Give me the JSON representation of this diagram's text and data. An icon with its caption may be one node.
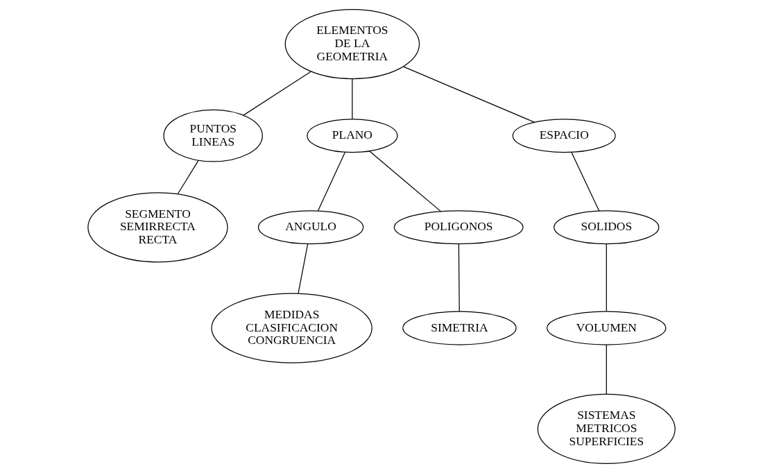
{
  "diagram": {
    "nodes": [
      {
        "text": [
          "ELEMENTOS DE LA GEOMETRIA"
        ]
      },
      {
        "text": [
          "PUNTOS LINEAS"
        ]
      },
      {
        "text": [
          "PLANO"
        ]
      },
      {
        "text": [
          "ESPACIO"
        ]
      },
      {
        "text": [
          "SEGMENTO SEMIRRECTA RECTA"
        ]
      },
      {
        "text": [
          "ANGULO"
        ]
      },
      {
        "text": [
          "POLIGONOS"
        ]
      },
      {
        "text": [
          "SOLIDOS"
        ]
      },
      {
        "text": [
          "MEDIDAS CLASIFICACION CONGRUENCIA"
        ]
      },
      {
        "text": [
          "VOLUMEN"
        ]
      },
      {
        "text": [
          "SISTEMAS METRICOS SUPERFICIES"
        ]
      },
      {
        "text": [
          "SIMETRIA"
        ]
      }
    ],
    "edges": [
      {
        "from": 0,
        "to": 1,
        "arrow": "none"
      },
      {
        "from": 0,
        "to": 2,
        "arrow": "none"
      },
      {
        "from": 0,
        "to": 3,
        "arrow": "none"
      },
      {
        "from": 1,
        "to": 4,
        "arrow": "none"
      },
      {
        "from": 2,
        "to": 5,
        "arrow": "none"
      },
      {
        "from": 2,
        "to": 6,
        "arrow": "none"
      },
      {
        "from": 3,
        "to": 7,
        "arrow": "none"
      },
      {
        "from": 5,
        "to": 8,
        "arrow": "none"
      },
      {
        "from": 7,
        "to": 9,
        "arrow": "none"
      },
      {
        "from": 6,
        "to": 11,
        "arrow": "none"
      },
      {
        "from": 9,
        "to": 10,
        "arrow": "none"
      }
    ]
  }
}
